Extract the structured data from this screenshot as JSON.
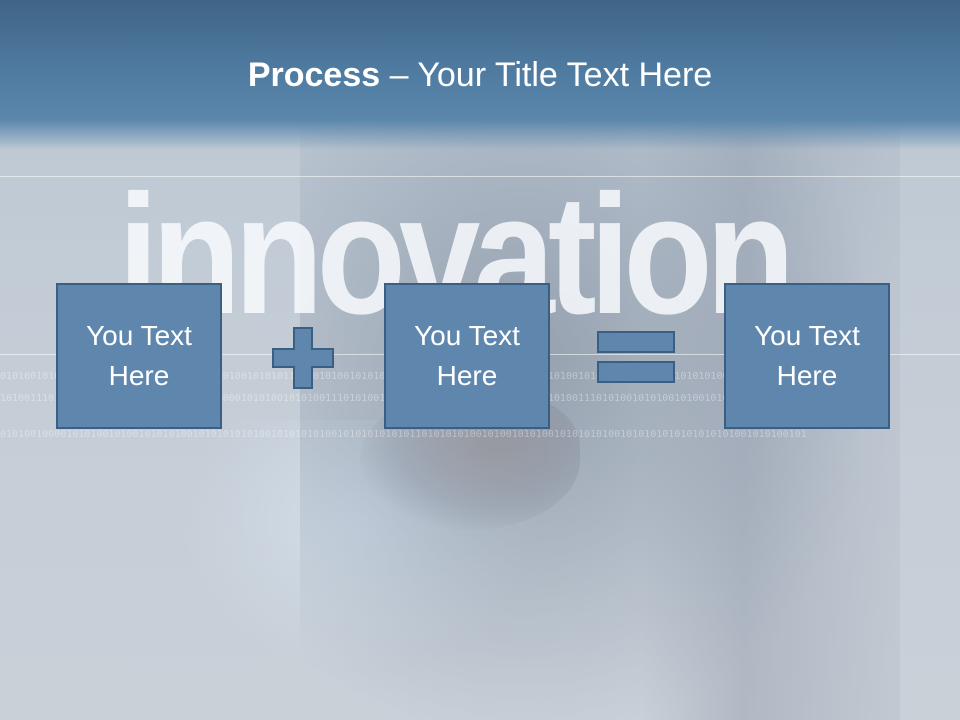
{
  "slide": {
    "title_bold": "Process",
    "title_rest": " – Your Title Text Here",
    "background_word": "innovation",
    "boxes": [
      {
        "label": "You Text Here"
      },
      {
        "label": "You Text Here"
      },
      {
        "label": "You Text Here"
      }
    ],
    "binary_rows": [
      "01010010100010101010010101001010101010100101010110100101001010100101001010101011001010010101010010100101010100101010101001011001010101001010",
      "10100111010100101010100010101001001010001010100101010011101010010101001110101001011010100101010011101010010101001010010101001010100101",
      "01010010000101010010100101010100101010101010010101010100101010101010110101010100101001010100101010101001010101010101010101001010100101"
    ]
  },
  "colors": {
    "title_bar": "#4f7aa0",
    "box_fill": "#5f87ad",
    "box_border": "#3a5f82",
    "text": "#ffffff"
  },
  "icons": [
    "plus-icon",
    "equals-icon"
  ]
}
